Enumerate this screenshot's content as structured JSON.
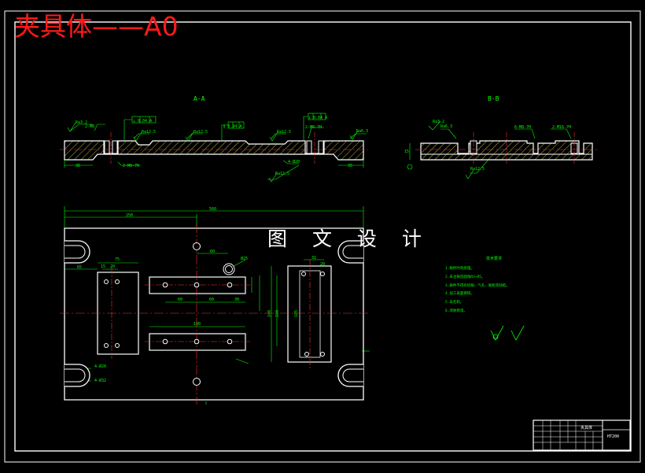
{
  "title": "夹具体——A0",
  "watermark": "图 文 设 计",
  "colors": {
    "background": "#000000",
    "outline": "#ffffff",
    "dimension": "#00ff00",
    "centerline": "#ff3030",
    "hatch": "#ffff66",
    "title": "#ff1a1a"
  },
  "section_aa": {
    "label": "A-A",
    "roughness": [
      "Ra3.2",
      "Ra12.5",
      "Ra12.5",
      "Ra12.5",
      "Ra6.3",
      "Ra12.5"
    ],
    "callouts": [
      "2-M8",
      "2-M8-7H",
      "4-Ø20",
      "2-M8-7H"
    ],
    "tolerance_frames": [
      "⊥ 0.04 A",
      "∥ 0.04 A",
      "⊥ 0.04 A"
    ],
    "dims": [
      "36",
      "35"
    ]
  },
  "section_bb": {
    "label": "B-B",
    "roughness": [
      "Ra3.2",
      "Ra6.3",
      "Ra12.5"
    ],
    "callouts": [
      "6-M8-7H",
      "2-M16-7H"
    ],
    "dims": [
      "15"
    ]
  },
  "plan": {
    "dims": {
      "overall_width": "560",
      "half_width": "250",
      "slot_offset": "65",
      "block_width": "75",
      "block_hole_a": "15",
      "block_hole_b": "20",
      "top_slot": "60",
      "slot_pitch_a": "60",
      "slot_pitch_b": "60",
      "slot_end": "30",
      "lower_slot": "180",
      "right_block_a": "31",
      "right_block_b": "20",
      "height_a": "240",
      "height_b": "220",
      "height_c": "185",
      "hole_dia": "Ø25",
      "hole_pattern": "4-Ø20",
      "hole_pattern_b": "4-Ø32"
    }
  },
  "notes": {
    "heading": "技术要求",
    "items": [
      "1.铸件时效处理。",
      "2.未注铸造圆角R3~R5。",
      "3.铸件不得有砂眼、气孔、缩松等缺陷。",
      "4.加工表面倒钝。",
      "5.去毛刺。",
      "6.涂防锈漆。"
    ]
  },
  "title_block": {
    "drawing_name": "夹具体",
    "material": "HT200"
  }
}
